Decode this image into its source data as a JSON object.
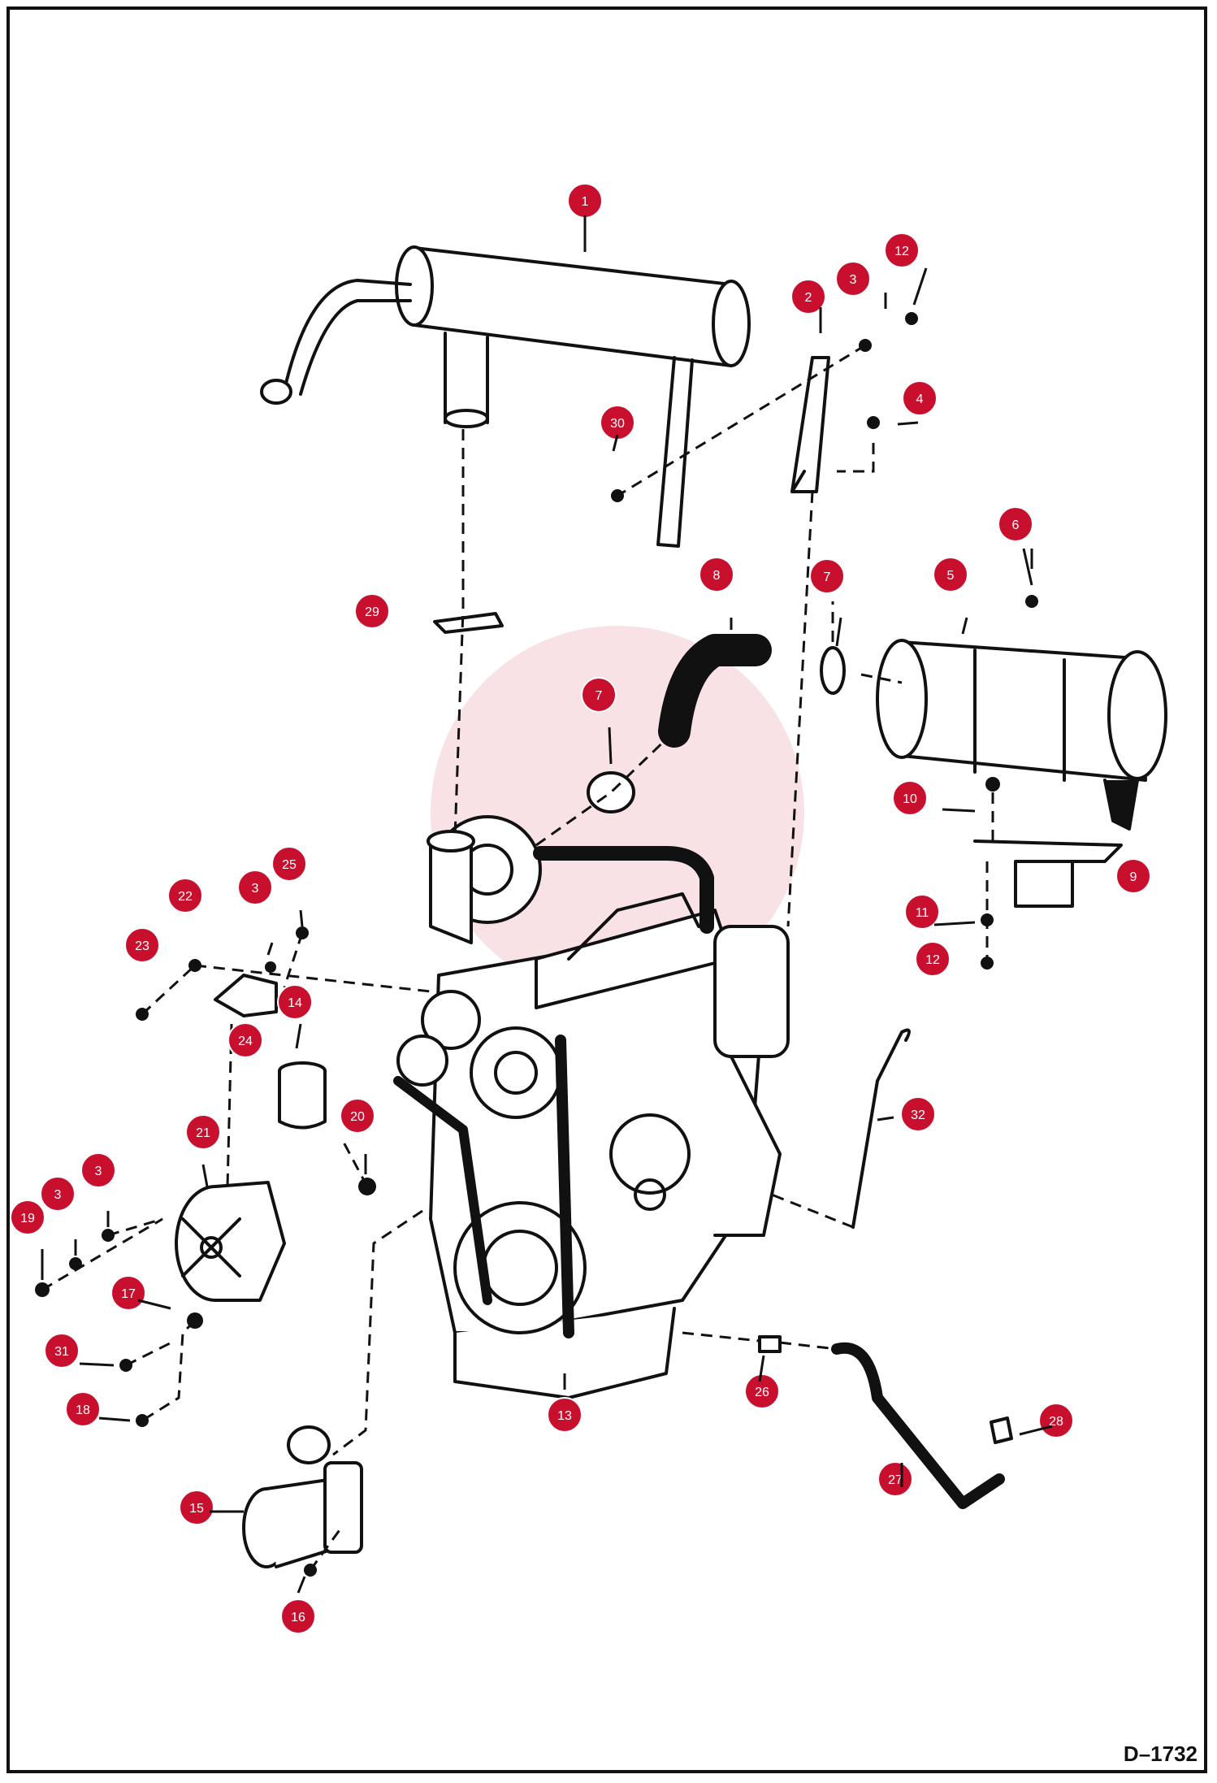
{
  "figure_id": "D–1732",
  "callout_color": "#c8102e",
  "callouts": [
    {
      "n": "1"
    },
    {
      "n": "2"
    },
    {
      "n": "3"
    },
    {
      "n": "12"
    },
    {
      "n": "4"
    },
    {
      "n": "30"
    },
    {
      "n": "6"
    },
    {
      "n": "8"
    },
    {
      "n": "7"
    },
    {
      "n": "5"
    },
    {
      "n": "29"
    },
    {
      "n": "7"
    },
    {
      "n": "10"
    },
    {
      "n": "9"
    },
    {
      "n": "11"
    },
    {
      "n": "12"
    },
    {
      "n": "22"
    },
    {
      "n": "3"
    },
    {
      "n": "25"
    },
    {
      "n": "23"
    },
    {
      "n": "14"
    },
    {
      "n": "24"
    },
    {
      "n": "20"
    },
    {
      "n": "21"
    },
    {
      "n": "32"
    },
    {
      "n": "3"
    },
    {
      "n": "3"
    },
    {
      "n": "19"
    },
    {
      "n": "17"
    },
    {
      "n": "31"
    },
    {
      "n": "18"
    },
    {
      "n": "26"
    },
    {
      "n": "13"
    },
    {
      "n": "28"
    },
    {
      "n": "27"
    },
    {
      "n": "15"
    },
    {
      "n": "16"
    }
  ]
}
